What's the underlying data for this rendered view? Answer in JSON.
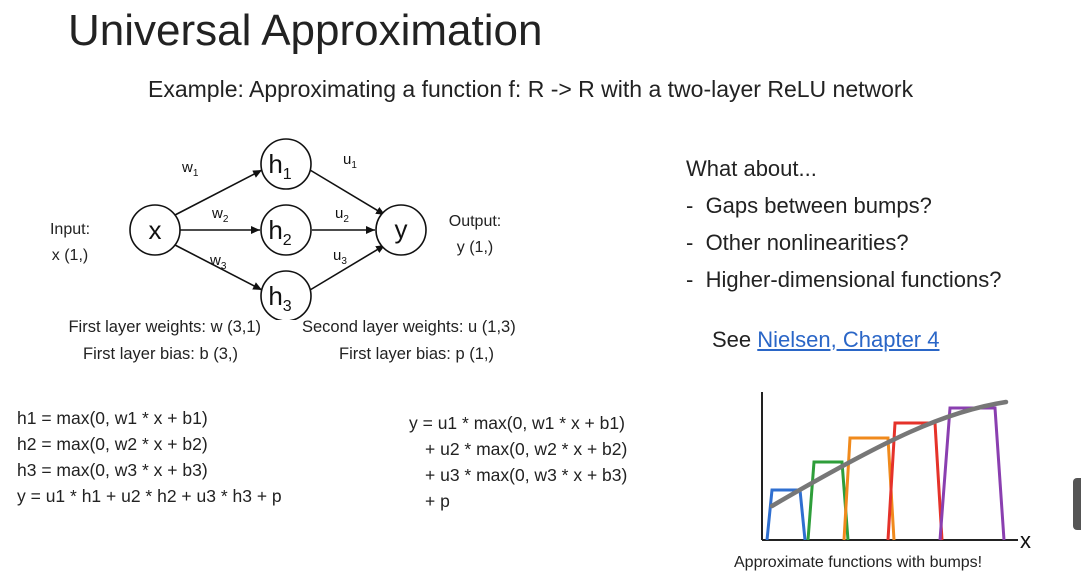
{
  "title": "Universal Approximation",
  "subtitle": "Example: Approximating a function f: R -> R with a two-layer ReLU network",
  "network": {
    "input_label_1": "Input:",
    "input_label_2": "x (1,)",
    "output_label_1": "Output:",
    "output_label_2": "y (1,)",
    "nodes": {
      "x": "x",
      "h": "h",
      "y": "y"
    },
    "subscripts": [
      "1",
      "2",
      "3"
    ],
    "w": "w",
    "u": "u"
  },
  "weights": {
    "first_weights": "First layer weights: w (3,1)",
    "first_bias": "First layer bias: b (3,)",
    "second_weights": "Second layer weights: u (1,3)",
    "second_bias": "First layer bias: p (1,)"
  },
  "equations_left": [
    "h1 = max(0, w1 * x + b1)",
    "h2 = max(0, w2 * x + b2)",
    "h3 = max(0, w3 * x + b3)",
    "y = u1 * h1 + u2 * h2 + u3 * h3 + p"
  ],
  "equations_right": [
    "y = u1 * max(0, w1 * x + b1)",
    "+ u2 * max(0, w2 * x + b2)",
    "+ u3 * max(0, w3 * x + b3)",
    "+ p"
  ],
  "questions": {
    "heading": "What about...",
    "items": [
      "Gaps between bumps?",
      "Other nonlinearities?",
      "Higher-dimensional functions?"
    ]
  },
  "see": {
    "prefix": "See ",
    "link": "Nielsen, Chapter 4"
  },
  "bump_plot": {
    "x_axis_label": "x",
    "caption": "Approximate functions with bumps!",
    "bump_colors": [
      "#2f6fd0",
      "#2e9e3a",
      "#f08a1c",
      "#e5322a",
      "#8a3fb0"
    ],
    "curve_color": "#777777"
  }
}
